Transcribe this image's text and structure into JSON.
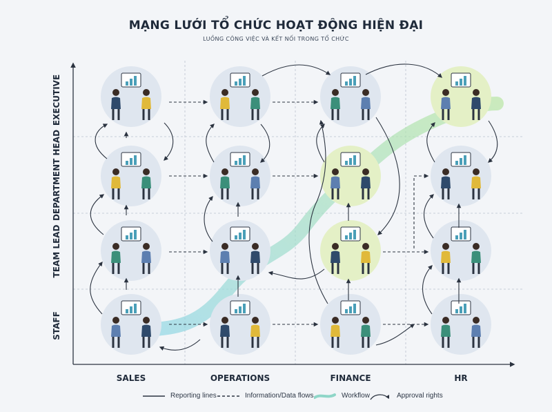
{
  "title": "MẠNG LƯỚI TỔ CHỨC HOẠT ĐỘNG HIỆN ĐẠI",
  "subtitle": "LUỒNG CÔNG VIỆC VÀ KẾT NỐI TRONG TỔ CHỨC",
  "rows": [
    "EXECUTIVE",
    "DEPARTMENT HEAD",
    "TEAM LEAD",
    "STAFF"
  ],
  "columns": [
    "SALES",
    "OPERATIONS",
    "FINANCE",
    "HR"
  ],
  "legend": [
    {
      "key": "reporting",
      "label": "Reporting lines"
    },
    {
      "key": "info",
      "label": "Information/Data flows"
    },
    {
      "key": "workflow",
      "label": "Workflow"
    },
    {
      "key": "approval",
      "label": "Approval rights"
    }
  ],
  "colors": {
    "node": "#dfe6ef",
    "node_highlight": "#e4f0c6",
    "workflow_start": "#8fd6e6",
    "workflow_end": "#b8e6a4",
    "line": "#2b3340"
  }
}
